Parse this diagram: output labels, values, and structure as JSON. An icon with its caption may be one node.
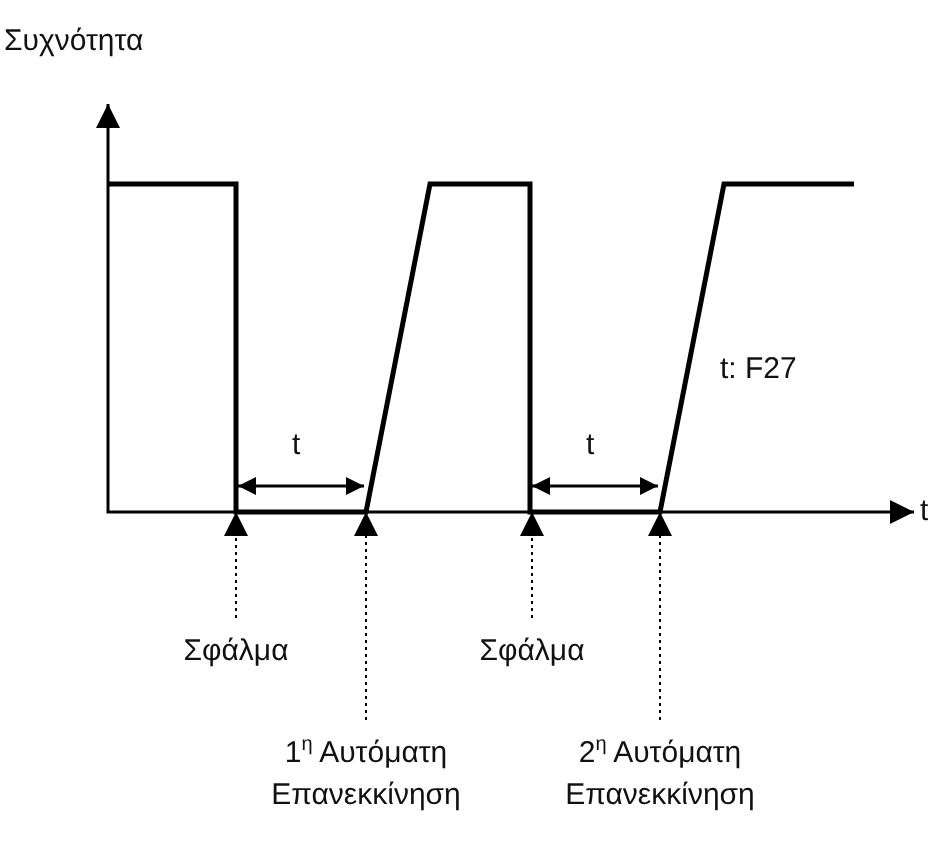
{
  "diagram": {
    "nodes": [
      {
        "text": [
          "Σφάλμα"
        ]
      },
      {
        "text": [
          "1$^{η}$ Αυτόματη Επανεκκίνηση"
        ]
      },
      {
        "text": [
          "Σφάλμα"
        ]
      },
      {
        "text": [
          "2$^{η}$ Αυτόματη Επανεκκίνηση"
        ]
      }
    ],
    "edges": [
      {
        "from": 0,
        "to": null,
        "arrow": "to",
        "style": "dashed"
      },
      {
        "from": 1,
        "to": null,
        "arrow": "to",
        "style": "dashed"
      },
      {
        "from": 2,
        "to": null,
        "arrow": "to",
        "style": "dashed"
      },
      {
        "from": 3,
        "to": null,
        "arrow": "to",
        "style": "dashed"
      }
    ],
    "labels": [
      "Συχνότητα",
      "t",
      "t",
      "t",
      "t: F27"
    ]
  }
}
